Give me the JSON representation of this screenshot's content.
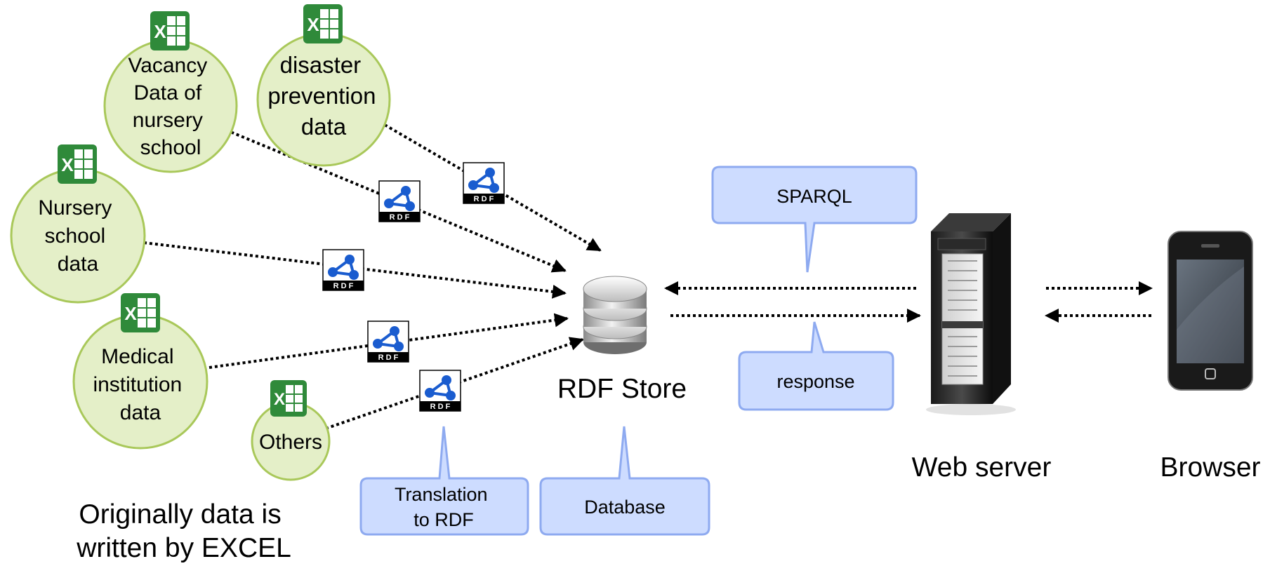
{
  "sources": [
    {
      "lines": [
        "Vacancy",
        "Data of",
        "nursery",
        "school"
      ]
    },
    {
      "lines": [
        "disaster",
        "prevention",
        "data"
      ]
    },
    {
      "lines": [
        "Nursery",
        "school",
        "data"
      ]
    },
    {
      "lines": [
        "Medical",
        "institution",
        "data"
      ]
    },
    {
      "lines": [
        "Others"
      ]
    }
  ],
  "rdf_icon_text": "R D F",
  "excel_icon_letter": "X",
  "rdf_store_label": "RDF Store",
  "web_server_label": "Web server",
  "browser_label": "Browser",
  "excel_note_lines": [
    "Originally data is",
    "written by EXCEL"
  ],
  "callouts": {
    "sparql": [
      "SPARQL"
    ],
    "response": [
      "response"
    ],
    "translation": [
      "Translation",
      "to RDF"
    ],
    "database": [
      "Database"
    ]
  },
  "colors": {
    "source_fill": "#e4efc8",
    "source_stroke": "#a9c85a",
    "callout_fill": "#cddcff",
    "callout_stroke": "#8eaaf0",
    "excel_green": "#2f8a3a",
    "rdf_blue": "#1a5ccf"
  }
}
